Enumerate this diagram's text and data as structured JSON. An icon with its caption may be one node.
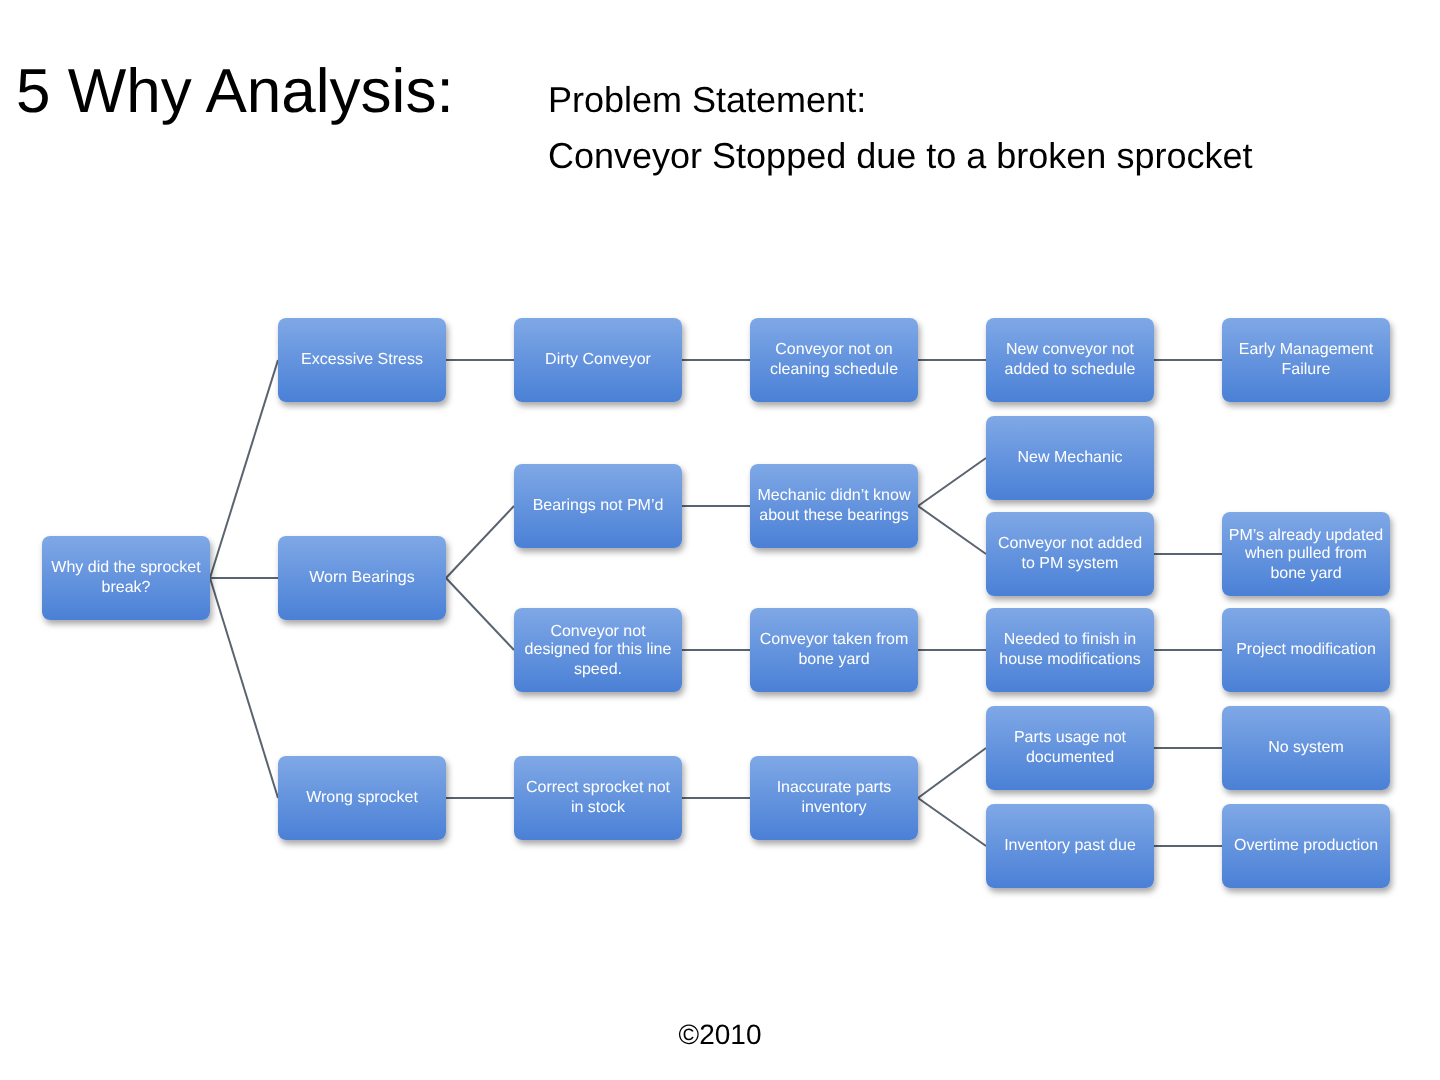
{
  "diagram": {
    "title": "5 Why Analysis:",
    "caption": "©2010",
    "labels": [
      "Problem Statement:",
      "Conveyor Stopped due to a broken sprocket"
    ],
    "nodes": [
      {
        "text": [
          "Why did the sprocket break?"
        ]
      },
      {
        "text": [
          "Excessive Stress"
        ]
      },
      {
        "text": [
          "Dirty Conveyor"
        ]
      },
      {
        "text": [
          "Conveyor not on cleaning schedule"
        ]
      },
      {
        "text": [
          "New conveyor not added to schedule"
        ]
      },
      {
        "text": [
          "Early Management Failure"
        ]
      },
      {
        "text": [
          "Worn Bearings"
        ]
      },
      {
        "text": [
          "Bearings not PM’d"
        ]
      },
      {
        "text": [
          "Mechanic didn’t know about these bearings"
        ]
      },
      {
        "text": [
          "New Mechanic"
        ]
      },
      {
        "text": [
          "Conveyor not added to PM system"
        ]
      },
      {
        "text": [
          "PM’s already updated when pulled from bone yard"
        ]
      },
      {
        "text": [
          "Conveyor not designed for this line speed."
        ]
      },
      {
        "text": [
          "Conveyor taken from bone yard"
        ]
      },
      {
        "text": [
          "Needed to finish in house modifications"
        ]
      },
      {
        "text": [
          "Project modification"
        ]
      },
      {
        "text": [
          "Wrong sprocket"
        ]
      },
      {
        "text": [
          "Correct sprocket not in stock"
        ]
      },
      {
        "text": [
          "Inaccurate parts inventory"
        ]
      },
      {
        "text": [
          "Parts usage not documented"
        ]
      },
      {
        "text": [
          "No system"
        ]
      },
      {
        "text": [
          "Inventory past due"
        ]
      },
      {
        "text": [
          "Overtime production"
        ]
      }
    ],
    "edges": [
      {
        "from": 0,
        "to": 1,
        "arrow": "none"
      },
      {
        "from": 0,
        "to": 6,
        "arrow": "none"
      },
      {
        "from": 0,
        "to": 16,
        "arrow": "none"
      },
      {
        "from": 1,
        "to": 2,
        "arrow": "none"
      },
      {
        "from": 2,
        "to": 3,
        "arrow": "none"
      },
      {
        "from": 3,
        "to": 4,
        "arrow": "none"
      },
      {
        "from": 4,
        "to": 5,
        "arrow": "none"
      },
      {
        "from": 6,
        "to": 7,
        "arrow": "none"
      },
      {
        "from": 6,
        "to": 12,
        "arrow": "none"
      },
      {
        "from": 7,
        "to": 8,
        "arrow": "none"
      },
      {
        "from": 8,
        "to": 9,
        "arrow": "none"
      },
      {
        "from": 8,
        "to": 10,
        "arrow": "none"
      },
      {
        "from": 10,
        "to": 11,
        "arrow": "none"
      },
      {
        "from": 12,
        "to": 13,
        "arrow": "none"
      },
      {
        "from": 13,
        "to": 14,
        "arrow": "none"
      },
      {
        "from": 14,
        "to": 15,
        "arrow": "none"
      },
      {
        "from": 16,
        "to": 17,
        "arrow": "none"
      },
      {
        "from": 17,
        "to": 18,
        "arrow": "none"
      },
      {
        "from": 18,
        "to": 19,
        "arrow": "none"
      },
      {
        "from": 18,
        "to": 21,
        "arrow": "none"
      },
      {
        "from": 19,
        "to": 20,
        "arrow": "none"
      },
      {
        "from": 21,
        "to": 22,
        "arrow": "none"
      }
    ]
  }
}
